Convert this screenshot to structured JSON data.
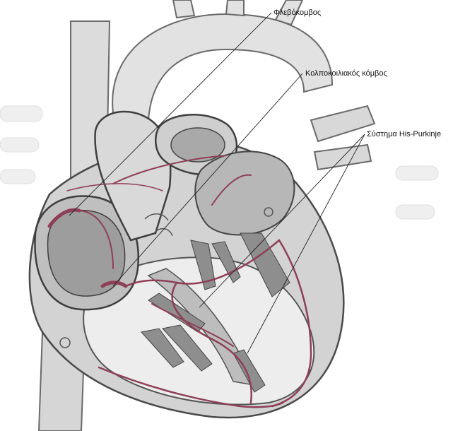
{
  "labels": {
    "sinoatrial_node": "Φλεβόκομβος",
    "atrioventricular_node": "Κολποκοιλιακός κόμβος",
    "his_purkinje_system": "Σύστημα His-Purkinje"
  },
  "colors": {
    "conduction_path": "#8e3f55",
    "tissue_light": "#e9e9e9",
    "tissue_mid": "#c9c9c9",
    "tissue_dark": "#8c8c8c",
    "outline": "#4a4a4a",
    "leader_line": "#222222"
  }
}
